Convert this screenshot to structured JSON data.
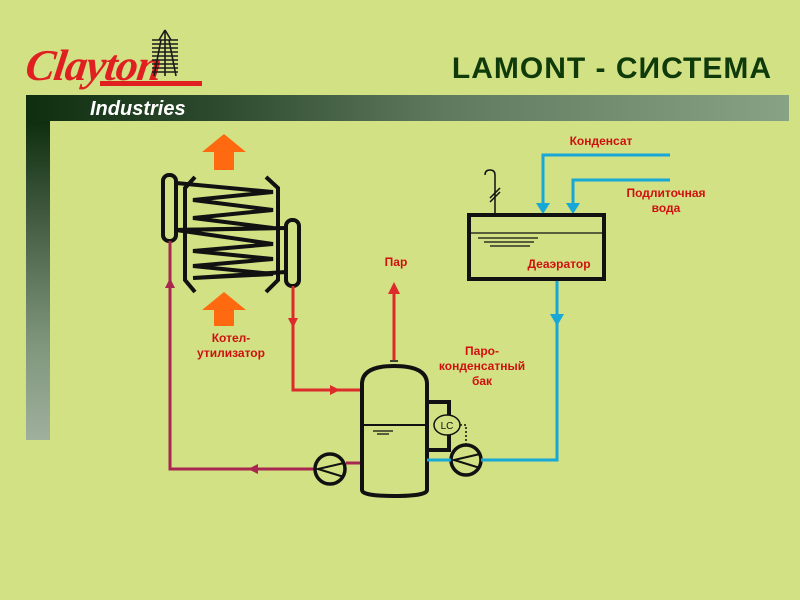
{
  "header": {
    "brand": "Clayton",
    "brand_sub": "Industries",
    "title": "LAMONT - СИСТЕМА"
  },
  "colors": {
    "background": "#d1e184",
    "brand_red": "#e02020",
    "label_red": "#d01010",
    "steam_line": "#dd2a2a",
    "return_line": "#a8264f",
    "water_line": "#18a8d8",
    "hot_arrow": "#ff6a10",
    "title_green": "#0f3a0a"
  },
  "labels": {
    "kotel": [
      "Котел-",
      "утилизатор"
    ],
    "par": "Пар",
    "paro": [
      "Паро-",
      "конденсатный",
      "бак"
    ],
    "kondensat": "Конденсат",
    "podlit": [
      "Подлиточная",
      "вода"
    ],
    "deaerator": "Деаэратор",
    "lc": "LC"
  },
  "icons": [
    "clayton-tower-logo-icon",
    "hot-gas-arrow-icon",
    "pump-icon",
    "level-controller-icon",
    "vent-pipe-icon"
  ]
}
